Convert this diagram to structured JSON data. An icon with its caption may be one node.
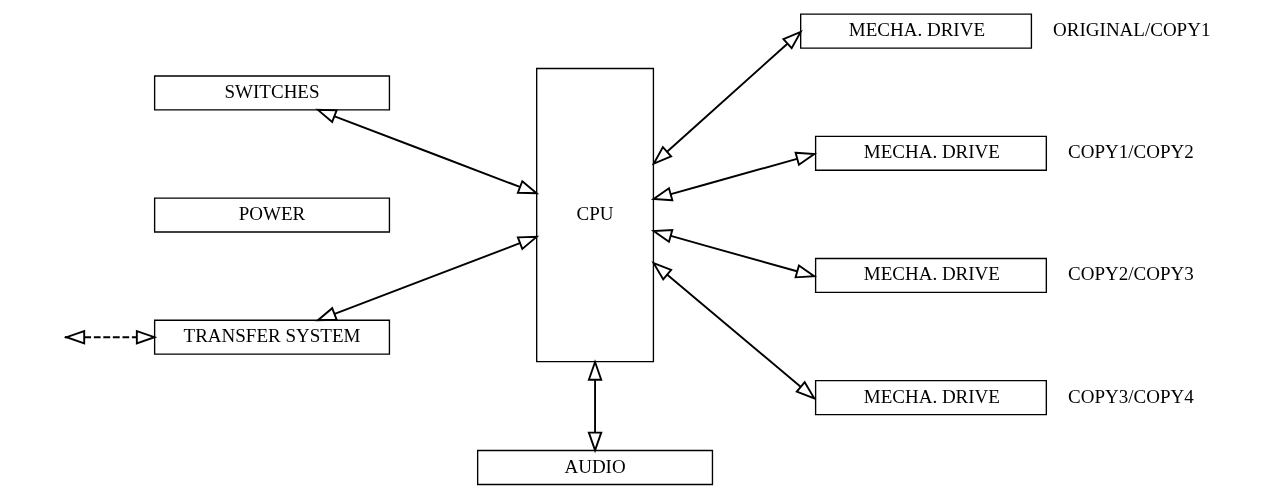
{
  "diagram": {
    "nodes": [
      {
        "text": [
          "TRANSFER SYSTEM"
        ]
      },
      {
        "text": [
          "CPU"
        ]
      },
      {
        "text": [
          "MECHA. DRIVE"
        ],
        "beside": [
          "ORIGINAL/COPY1"
        ]
      },
      {
        "text": [
          "MECHA. DRIVE"
        ],
        "beside": [
          "COPY1/COPY2"
        ]
      },
      {
        "text": [
          "SWITCHES"
        ]
      },
      {
        "text": [
          "MECHA. DRIVE"
        ],
        "beside": [
          "COPY2/COPY3"
        ]
      },
      {
        "text": [
          "POWER"
        ]
      },
      {
        "text": [
          "MECHA. DRIVE"
        ],
        "beside": [
          "COPY3/COPY4"
        ]
      },
      {
        "text": [
          "AUDIO"
        ]
      }
    ],
    "edges": [
      {
        "from": null,
        "to": 0,
        "arrow": "both",
        "style": "dashed"
      },
      {
        "from": 0,
        "to": 1,
        "arrow": "both"
      },
      {
        "from": 1,
        "to": 2,
        "arrow": "both"
      },
      {
        "from": 1,
        "to": 3,
        "arrow": "both"
      },
      {
        "from": 4,
        "to": 1,
        "arrow": "both"
      },
      {
        "from": 1,
        "to": 5,
        "arrow": "both"
      },
      {
        "from": 1,
        "to": 7,
        "arrow": "both"
      },
      {
        "from": 1,
        "to": 8,
        "arrow": "both"
      }
    ]
  }
}
